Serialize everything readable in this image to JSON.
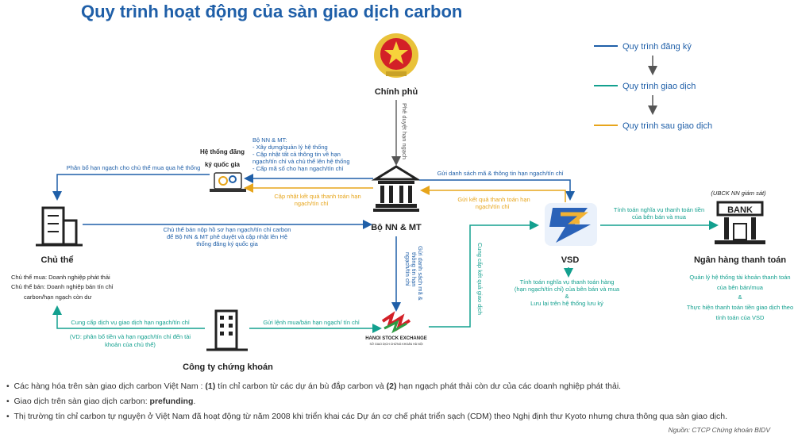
{
  "title": "Quy trình hoạt động của sàn giao dịch carbon",
  "legend": {
    "register": "Quy trình đăng ký",
    "trade": "Quy trình giao dịch",
    "post": "Quy trình sau giao dịch"
  },
  "colors": {
    "blue": "#1f5fa8",
    "teal": "#13a08f",
    "gold": "#e7a51b"
  },
  "nodes": {
    "gov": "Chính phủ",
    "ministry": "Bộ NN & MT",
    "registry_line1": "Hệ thống đăng",
    "registry_line2": "ký quốc gia",
    "owner": "Chủ thể",
    "vsd": "VSD",
    "bank": "Ngân hàng thanh toán",
    "broker": "Công ty chứng khoán",
    "hnx_line1": "HANOI STOCK EXCHANGE",
    "hnx_line2": "SỞ GIAO DỊCH CHỨNG KHOÁN HÀ NỘI",
    "bank_sign": "BANK",
    "ubck": "(UBCK NN giám sát)"
  },
  "labels": {
    "gov_approve": "Phê duyệt hạn ngạch",
    "ministry_tasks": [
      "Bộ NN & MT:",
      "-   Xây dựng/quản lý hệ thống",
      "-   Cập nhật tất cả thông tin về hạn",
      "    ngạch/tín chỉ và chủ thể lên hệ thống",
      "-   Cấp mã số cho hạn ngạch/tín chỉ"
    ],
    "allocate": "Phân bổ hạn ngạch cho chủ thể mua qua hệ thống",
    "update_result": [
      "Cập nhật kết quả thanh toán hạn",
      "ngạch/tín chỉ"
    ],
    "send_code": "Gửi danh sách mã & thông tin hạn ngạch/tín chỉ",
    "send_result": [
      "Gửi kết quả thanh toán hạn",
      "ngạch/tín chỉ"
    ],
    "seller_submit": [
      "Chủ thể bán nộp hồ sơ hạn ngạch/tín chỉ carbon",
      "để Bộ NN & MT phê duyệt và cập nhật lên Hệ",
      "thống đăng ký quốc gia"
    ],
    "ministry_to_hnx": [
      "Gửi danh sách mã &",
      "thông tin hạn",
      "ngạch/tín chỉ"
    ],
    "vsd_bank": [
      "Tính toán nghĩa vụ thanh toán tiền",
      "của bên bán và mua"
    ],
    "vsd_desc": [
      "Tính toán nghĩa vụ thanh toán hàng",
      "(hạn ngạch/tín chỉ) của bên bán và mua",
      "&",
      "Lưu lại trên hệ thống lưu ký"
    ],
    "bank_desc": [
      "Quản lý hệ thống tài khoản thanh toán",
      "của bên bán/mua",
      "&",
      "Thực hiện thanh toán tiền giao dịch theo",
      "tính toán của VSD"
    ],
    "owner_desc": [
      "Chủ thể mua: Doanh nghiệp phát thải",
      "Chủ thể bán: Doanh nghiệp bán tín chỉ",
      "carbon/hạn ngạch còn dư"
    ],
    "broker_service": "Cung cấp dịch vụ giao dịch hạn ngạch/tín chỉ",
    "broker_example": [
      "(VD: phân bổ tiền và hạn ngạch/tín chỉ đến tài",
      "khoản của chủ thể)"
    ],
    "order": "Gửi lệnh mua/bán hạn ngạch/ tín chỉ",
    "hnx_to_vsd": "Cung cấp kết quả giao dịch"
  },
  "bullets": [
    {
      "pre": "Các hàng hóa trên sàn giao dịch carbon Việt Nam : ",
      "b1": "(1)",
      "mid": " tín chỉ carbon từ các dự án bù đắp carbon và ",
      "b2": "(2)",
      "post": " hạn ngạch phát thải còn dư của các doanh nghiệp phát thải."
    },
    {
      "pre": "Giao dịch trên sàn giao dịch carbon: ",
      "b1": "prefunding",
      "mid": ".",
      "b2": "",
      "post": ""
    },
    {
      "pre": "Thị trường tín chỉ carbon tự nguyện ở Việt Nam đã hoạt động từ năm 2008 khi triển khai các Dự án cơ chế phát triển sạch (CDM) theo Nghị định thư Kyoto nhưng chưa thông qua sàn giao dịch.",
      "b1": "",
      "mid": "",
      "b2": "",
      "post": ""
    }
  ],
  "source": "Nguồn: CTCP Chứng khoán BIDV"
}
